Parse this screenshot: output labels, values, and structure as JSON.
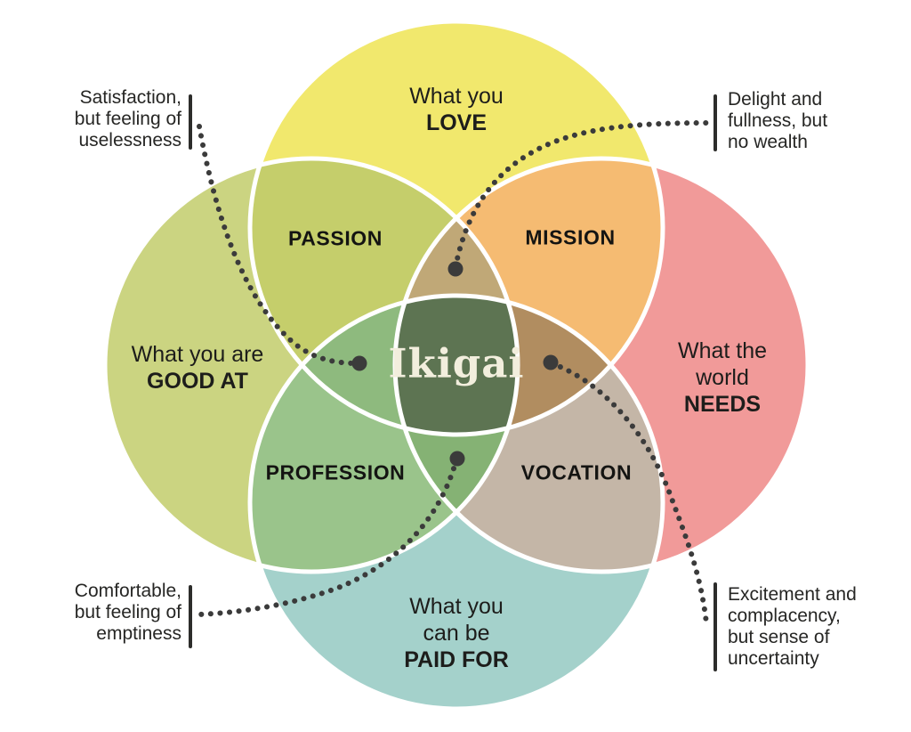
{
  "diagram": {
    "type": "venn-4-circle-ikigai",
    "connector_color": "#3b3b3b"
  },
  "circles": {
    "love": {
      "line1": "What you",
      "line2": "LOVE",
      "color": "#f1e86d"
    },
    "good_at": {
      "line1": "What you are",
      "line2": "GOOD AT",
      "color": "#cbd481"
    },
    "needs": {
      "line1": "What the",
      "line2": "world",
      "line3": "NEEDS",
      "color": "#f19a99"
    },
    "paid_for": {
      "line1": "What you",
      "line2": "can be",
      "line3": "PAID FOR",
      "color": "#a4d1cb"
    }
  },
  "overlaps": {
    "passion": {
      "label": "PASSION",
      "color": "#c5ce6b"
    },
    "mission": {
      "label": "MISSION",
      "color": "#f5bb72"
    },
    "profession": {
      "label": "PROFESSION",
      "color": "#9ac48b"
    },
    "vocation": {
      "label": "VOCATION",
      "color": "#c4b6a7"
    },
    "love_goodat_needs": {
      "color": "#c0a877"
    },
    "love_goodat_paidfor": {
      "color": "#8eba7e"
    },
    "love_needs_paidfor": {
      "color": "#b18d60"
    },
    "goodat_needs_paidfor": {
      "color": "#85b274"
    },
    "center": {
      "label": "Ikigai",
      "color": "#5d7452"
    }
  },
  "annotations": {
    "top_left": {
      "line1": "Satisfaction,",
      "line2": "but feeling of",
      "line3": "uselessness"
    },
    "top_right": {
      "line1": "Delight and",
      "line2": "fullness, but",
      "line3": "no wealth"
    },
    "bottom_left": {
      "line1": "Comfortable,",
      "line2": "but feeling of",
      "line3": "emptiness"
    },
    "bottom_right": {
      "line1": "Excitement and",
      "line2": "complacency,",
      "line3": "but sense of",
      "line4": "uncertainty"
    }
  }
}
